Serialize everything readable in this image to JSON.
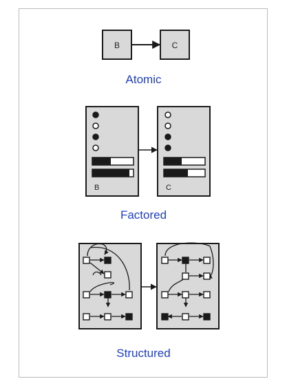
{
  "captions": {
    "atomic": "Atomic",
    "factored": "Factored",
    "structured": "Structured"
  },
  "atomic": {
    "left_label": "B",
    "right_label": "C"
  },
  "factored": {
    "left_label": "B",
    "right_label": "C"
  },
  "colors": {
    "caption": "#1f3fc9",
    "panel_fill": "#d9d9d9",
    "stroke": "#1a1a1a"
  }
}
